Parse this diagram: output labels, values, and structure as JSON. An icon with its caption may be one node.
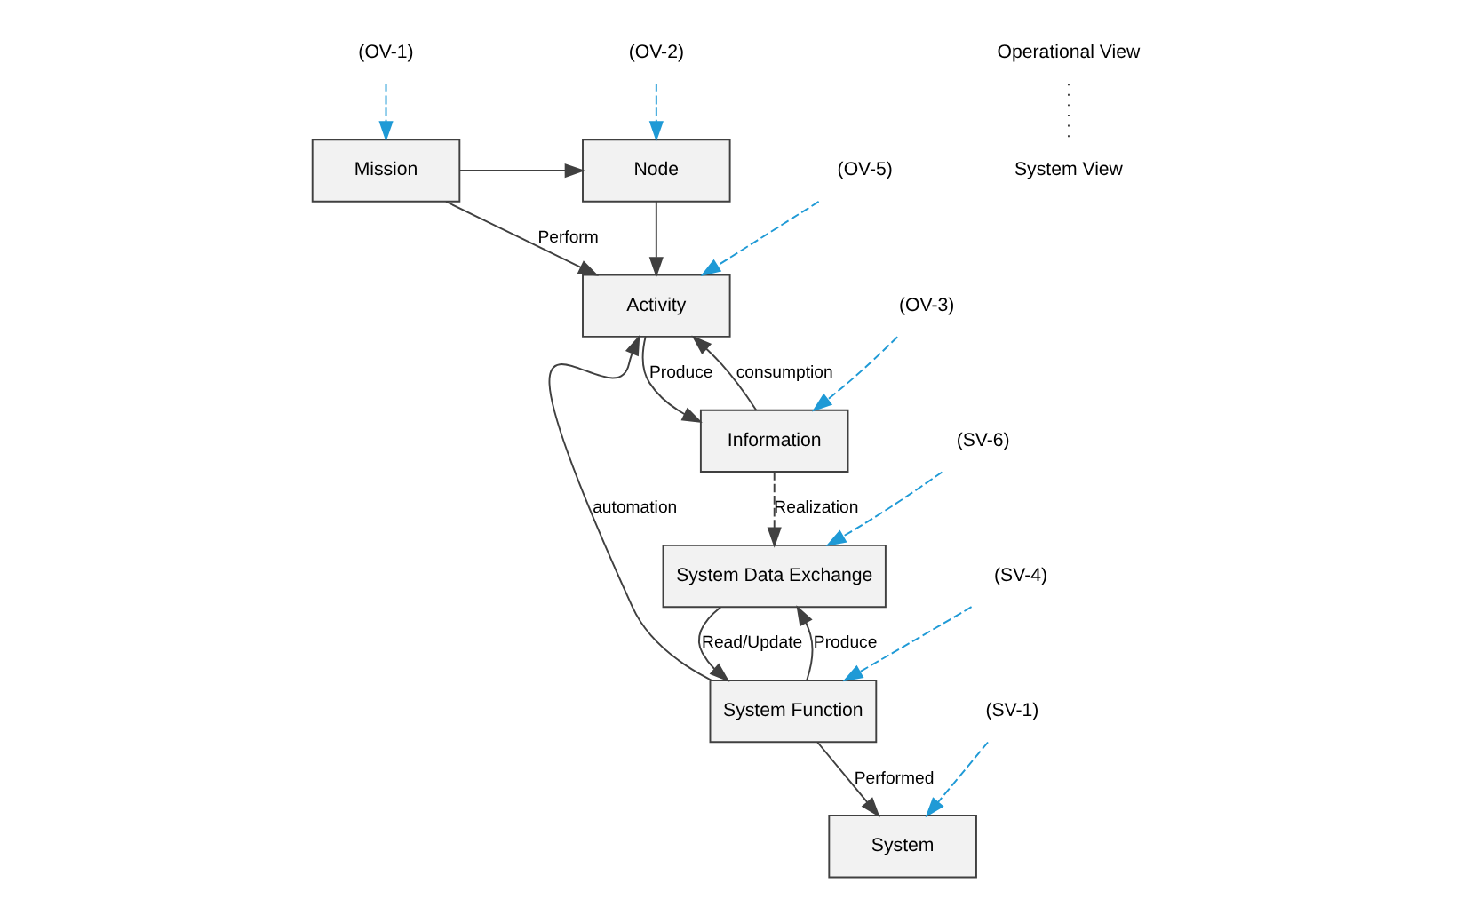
{
  "diagram": {
    "nodes": [
      {
        "text": [
          "Mission"
        ]
      },
      {
        "text": [
          "Node"
        ]
      },
      {
        "text": [
          "Activity"
        ]
      },
      {
        "text": [
          "Information"
        ]
      },
      {
        "text": [
          "System Data Exchange"
        ]
      },
      {
        "text": [
          "System Function"
        ]
      },
      {
        "text": [
          "System"
        ]
      },
      {
        "text": [
          "(OV-1)"
        ]
      },
      {
        "text": [
          "(OV-2)"
        ]
      },
      {
        "text": [
          "(OV-5)"
        ]
      },
      {
        "text": [
          "(OV-3)"
        ]
      },
      {
        "text": [
          "(SV-6)"
        ]
      },
      {
        "text": [
          "(SV-4)"
        ]
      },
      {
        "text": [
          "(SV-1)"
        ]
      }
    ],
    "edges": [
      {
        "from": 0,
        "to": 1,
        "arrow": "to"
      },
      {
        "from": 0,
        "to": 2,
        "arrow": "to",
        "label": "Perform"
      },
      {
        "from": 1,
        "to": 2,
        "arrow": "to"
      },
      {
        "from": 2,
        "to": 3,
        "arrow": "to",
        "label": "Produce"
      },
      {
        "from": 3,
        "to": 2,
        "arrow": "to",
        "label": "consumption"
      },
      {
        "from": 3,
        "to": 4,
        "arrow": "to",
        "label": "Realization",
        "style": "dashed"
      },
      {
        "from": 4,
        "to": 5,
        "arrow": "to",
        "label": "Read/Update"
      },
      {
        "from": 5,
        "to": 4,
        "arrow": "to",
        "label": "Produce"
      },
      {
        "from": 5,
        "to": 2,
        "arrow": "to",
        "label": "automation"
      },
      {
        "from": 5,
        "to": 6,
        "arrow": "to",
        "label": "Performed"
      },
      {
        "from": 7,
        "to": 0,
        "arrow": "to",
        "style": "dashed",
        "color": "#1f9ad6"
      },
      {
        "from": 8,
        "to": 1,
        "arrow": "to",
        "style": "dashed",
        "color": "#1f9ad6"
      },
      {
        "from": 9,
        "to": 2,
        "arrow": "to",
        "style": "dashed",
        "color": "#1f9ad6"
      },
      {
        "from": 10,
        "to": 3,
        "arrow": "to",
        "style": "dashed",
        "color": "#1f9ad6"
      },
      {
        "from": 11,
        "to": 4,
        "arrow": "to",
        "style": "dashed",
        "color": "#1f9ad6"
      },
      {
        "from": 12,
        "to": 5,
        "arrow": "to",
        "style": "dashed",
        "color": "#1f9ad6"
      },
      {
        "from": 13,
        "to": 6,
        "arrow": "to",
        "style": "dashed",
        "color": "#1f9ad6"
      }
    ],
    "labels": [
      "Operational View",
      "System View"
    ]
  }
}
